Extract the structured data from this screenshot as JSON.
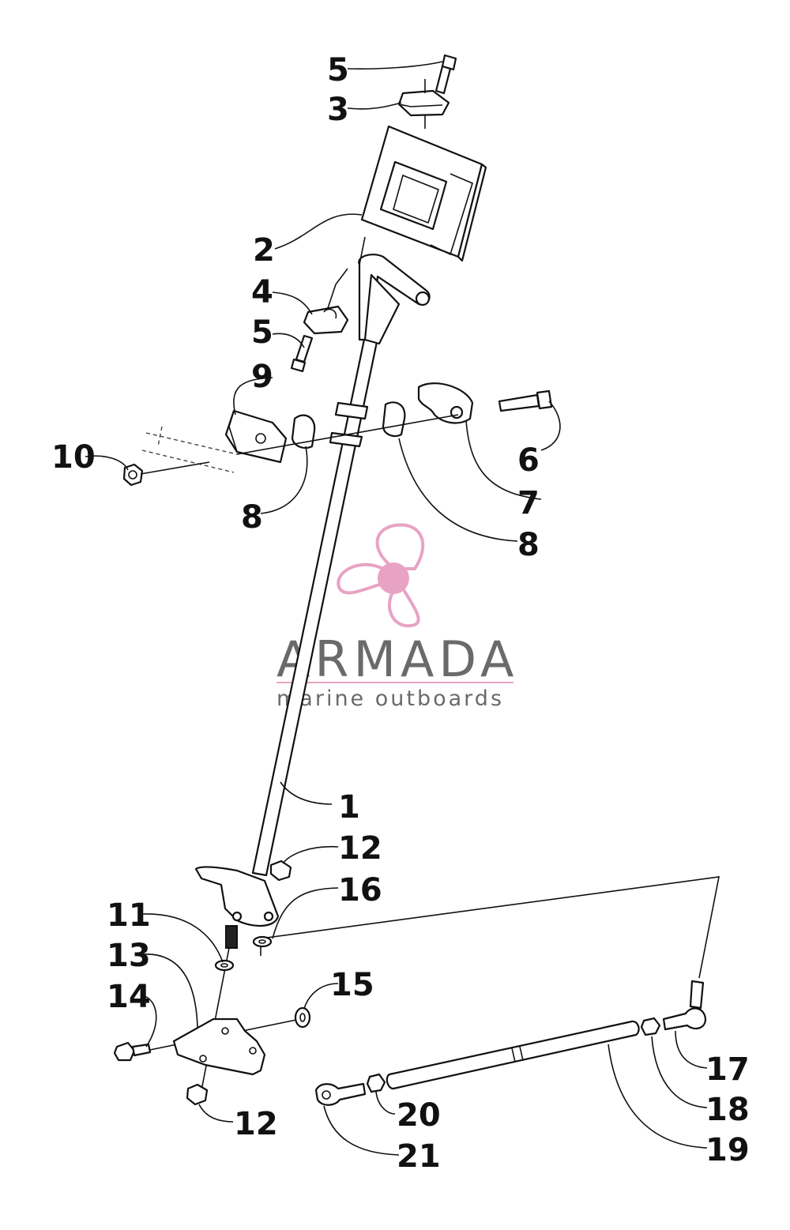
{
  "diagram": {
    "callouts": [
      {
        "id": "c-5-top",
        "label": "5"
      },
      {
        "id": "c-3",
        "label": "3"
      },
      {
        "id": "c-2",
        "label": "2"
      },
      {
        "id": "c-4",
        "label": "4"
      },
      {
        "id": "c-5-mid",
        "label": "5"
      },
      {
        "id": "c-9",
        "label": "9"
      },
      {
        "id": "c-10",
        "label": "10"
      },
      {
        "id": "c-6",
        "label": "6"
      },
      {
        "id": "c-7",
        "label": "7"
      },
      {
        "id": "c-8-left",
        "label": "8"
      },
      {
        "id": "c-8-right",
        "label": "8"
      },
      {
        "id": "c-1",
        "label": "1"
      },
      {
        "id": "c-12-top",
        "label": "12"
      },
      {
        "id": "c-16",
        "label": "16"
      },
      {
        "id": "c-11",
        "label": "11"
      },
      {
        "id": "c-13",
        "label": "13"
      },
      {
        "id": "c-14",
        "label": "14"
      },
      {
        "id": "c-15",
        "label": "15"
      },
      {
        "id": "c-12-bottom",
        "label": "12"
      },
      {
        "id": "c-17",
        "label": "17"
      },
      {
        "id": "c-18",
        "label": "18"
      },
      {
        "id": "c-19",
        "label": "19"
      },
      {
        "id": "c-20",
        "label": "20"
      },
      {
        "id": "c-21",
        "label": "21"
      }
    ]
  },
  "watermark": {
    "brand": "ARMADA",
    "tagline": "marine outboards",
    "logo_color": "#e8a3c4",
    "line_color": "#e8a3c4"
  }
}
